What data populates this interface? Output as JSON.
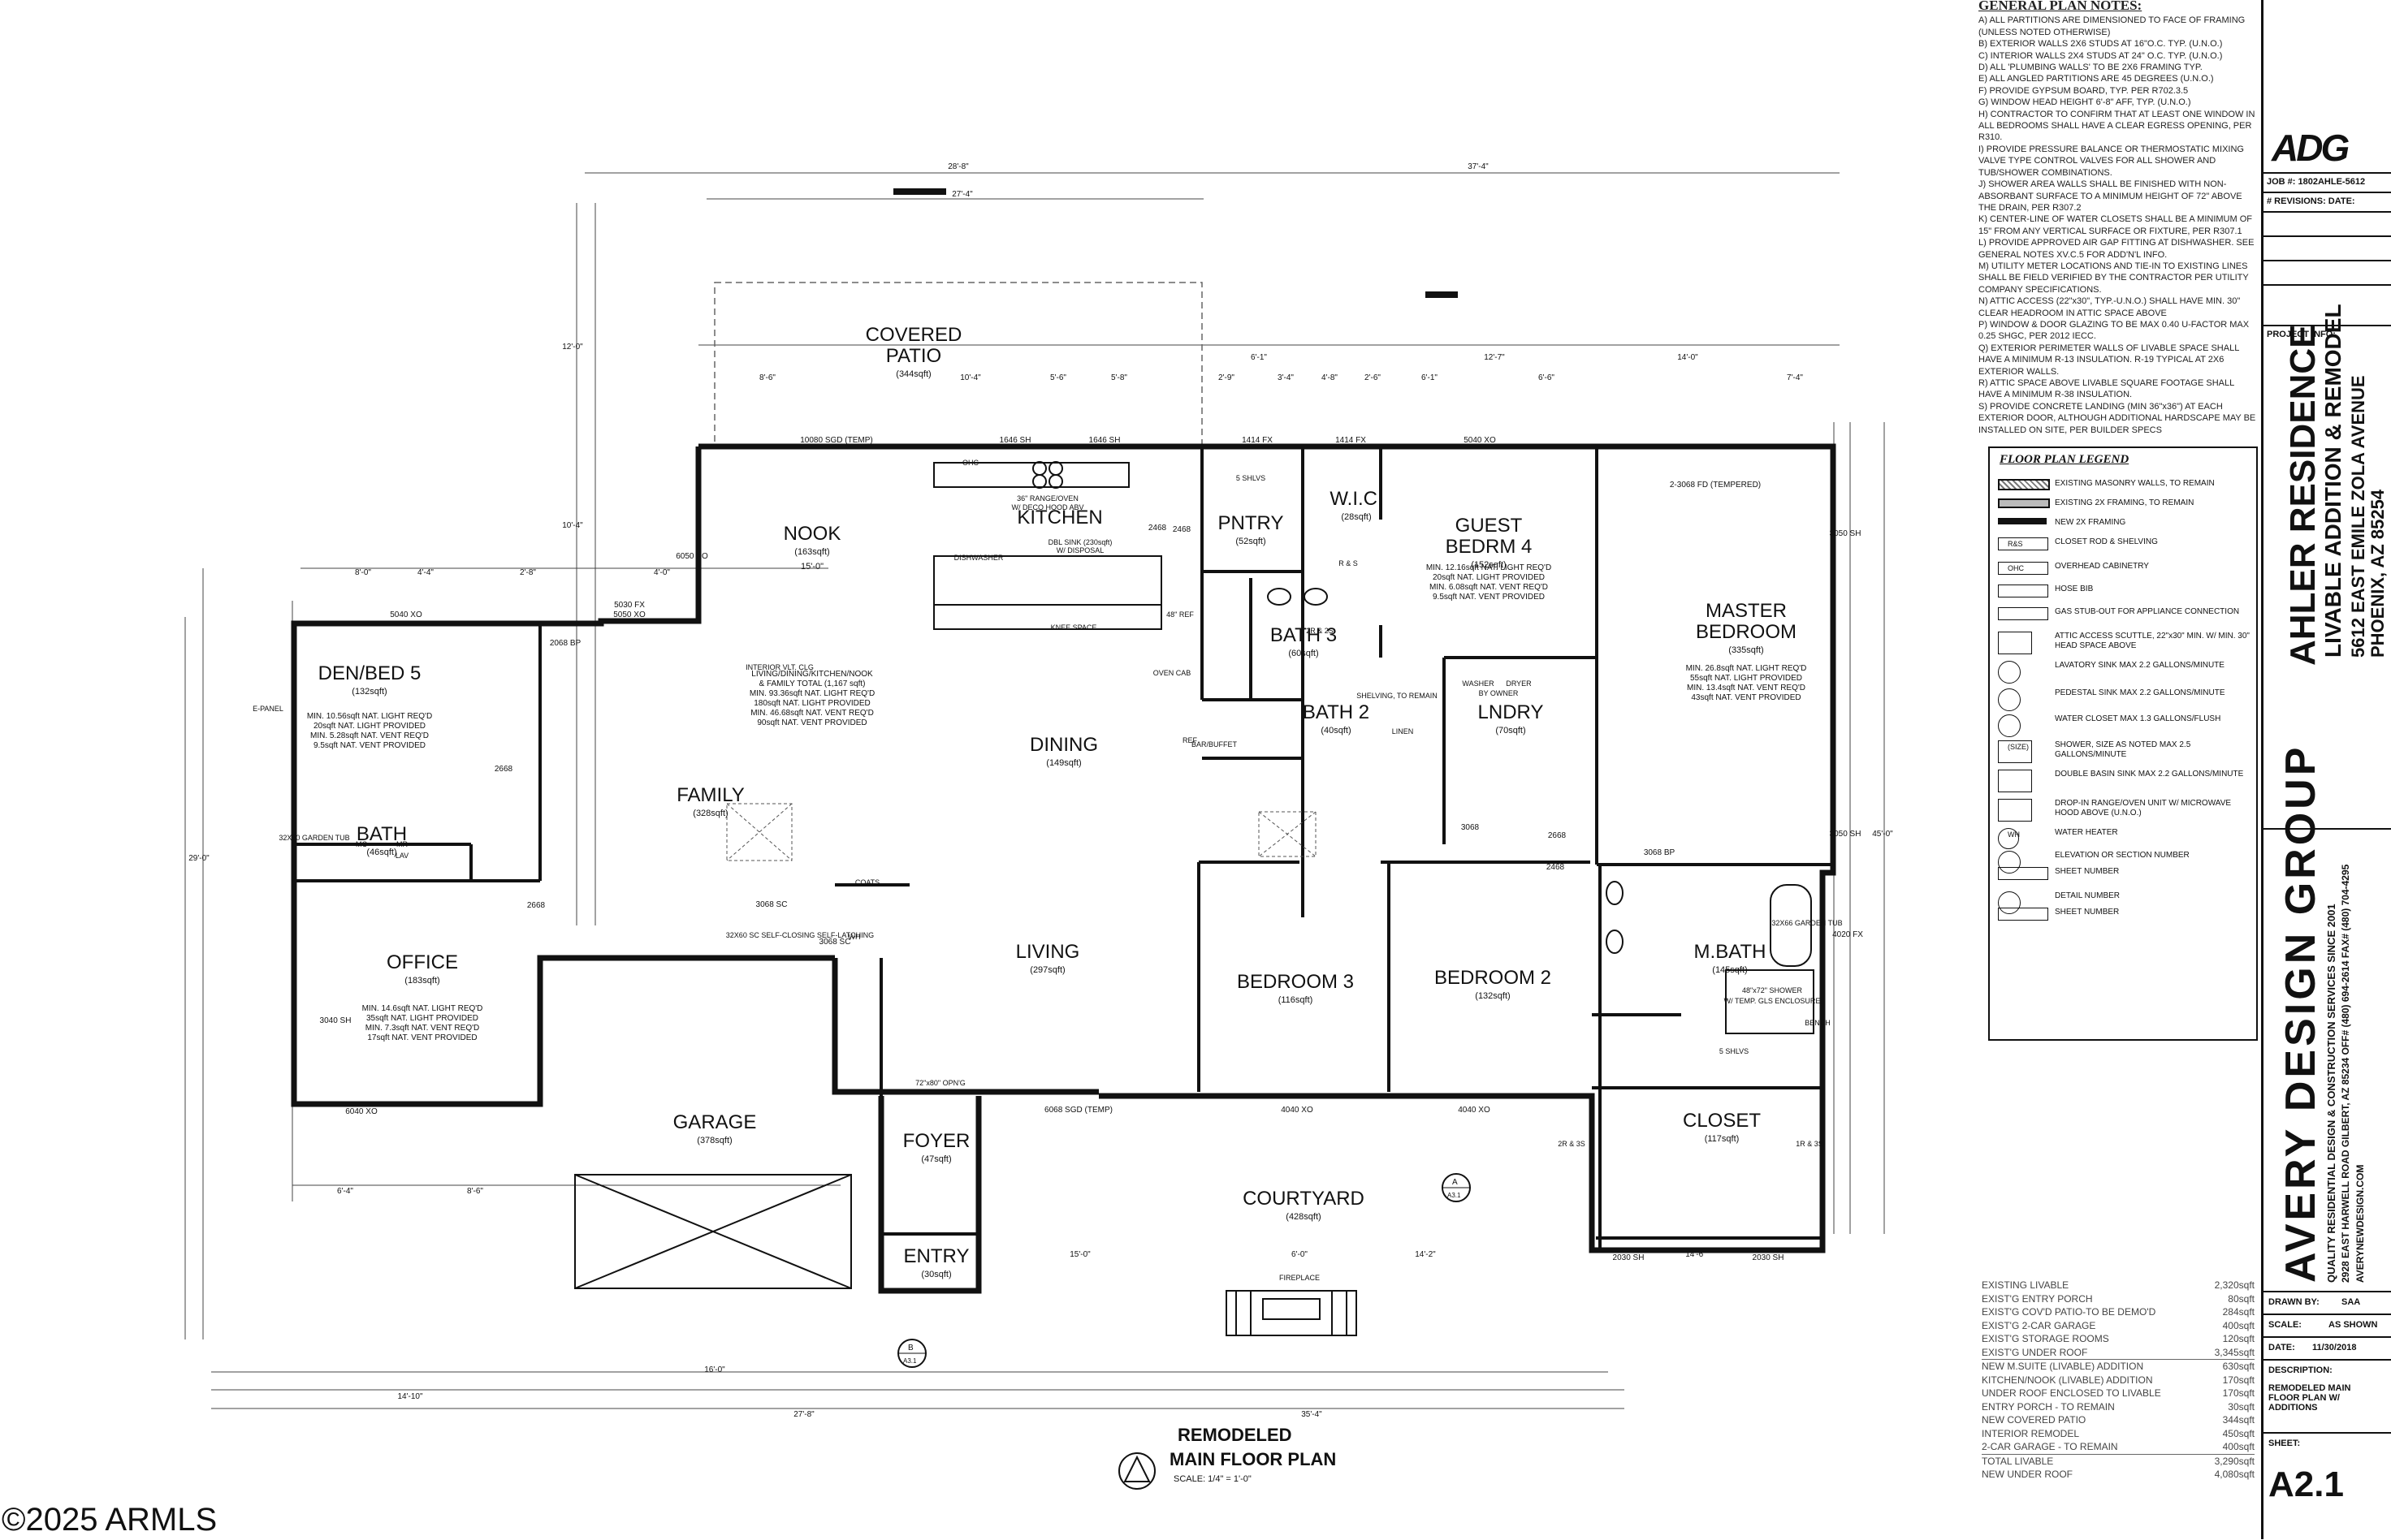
{
  "drawing_title": "REMODELED",
  "drawing_subtitle": "MAIN FLOOR PLAN",
  "scale_note": "SCALE:  1/4\" = 1'-0\"",
  "section_a": "A",
  "sheet_a": "A3.1",
  "section_b": "B",
  "sheet_b": "A3.1",
  "watermark": "©2025 ARMLS",
  "rooms": [
    {
      "id": "covered-patio",
      "name": "COVERED",
      "name2": "PATIO",
      "area": "(344sqft)"
    },
    {
      "id": "nook",
      "name": "NOOK",
      "area": "(163sqft)",
      "extra": "15'-0\""
    },
    {
      "id": "kitchen",
      "name": "KITCHEN",
      "area": ""
    },
    {
      "id": "pantry",
      "name": "PNTRY",
      "area": "(52sqft)"
    },
    {
      "id": "wic",
      "name": "W.I.C.",
      "area": "(28sqft)"
    },
    {
      "id": "guest",
      "name": "GUEST",
      "name2": "BEDRM 4",
      "area": "(152sqft)"
    },
    {
      "id": "master",
      "name": "MASTER",
      "name2": "BEDROOM",
      "area": "(335sqft)"
    },
    {
      "id": "den",
      "name": "DEN/BED 5",
      "area": "(132sqft)"
    },
    {
      "id": "bath3",
      "name": "BATH 3",
      "area": "(60sqft)"
    },
    {
      "id": "bath2",
      "name": "BATH 2",
      "area": "(40sqft)"
    },
    {
      "id": "lndry",
      "name": "LNDRY",
      "area": "(70sqft)"
    },
    {
      "id": "family",
      "name": "FAMILY",
      "area": "(328sqft)"
    },
    {
      "id": "dining",
      "name": "DINING",
      "area": "(149sqft)"
    },
    {
      "id": "bath",
      "name": "BATH",
      "area": "(46sqft)"
    },
    {
      "id": "office",
      "name": "OFFICE",
      "area": "(183sqft)"
    },
    {
      "id": "living",
      "name": "LIVING",
      "area": "(297sqft)"
    },
    {
      "id": "bedroom3",
      "name": "BEDROOM 3",
      "area": "(116sqft)"
    },
    {
      "id": "bedroom2",
      "name": "BEDROOM 2",
      "area": "(132sqft)"
    },
    {
      "id": "mbath",
      "name": "M.BATH",
      "area": "(145sqft)"
    },
    {
      "id": "closet",
      "name": "CLOSET",
      "area": "(117sqft)"
    },
    {
      "id": "garage",
      "name": "GARAGE",
      "area": "(378sqft)"
    },
    {
      "id": "foyer",
      "name": "FOYER",
      "area": "(47sqft)"
    },
    {
      "id": "courtyard",
      "name": "COURTYARD",
      "area": "(428sqft)"
    },
    {
      "id": "entry",
      "name": "ENTRY",
      "area": "(30sqft)"
    }
  ],
  "room_notes": {
    "den": [
      "MIN. 10.56sqft NAT. LIGHT REQ'D",
      "20sqft NAT. LIGHT PROVIDED",
      "MIN. 5.28sqft NAT. VENT REQ'D",
      "9.5sqft NAT. VENT PROVIDED"
    ],
    "guest": [
      "MIN. 12.16sqft NAT. LIGHT REQ'D",
      "20sqft NAT. LIGHT PROVIDED",
      "MIN. 6.08sqft NAT. VENT REQ'D",
      "9.5sqft NAT. VENT PROVIDED"
    ],
    "master": [
      "MIN. 26.8sqft NAT. LIGHT REQ'D",
      "55sqft NAT. LIGHT PROVIDED",
      "MIN. 13.4sqft NAT. VENT REQ'D",
      "43sqft NAT. VENT PROVIDED"
    ],
    "family": [
      "LIVING/DINING/KITCHEN/NOOK",
      "& FAMILY TOTAL (1,167 sqft)",
      "MIN. 93.36sqft NAT. LIGHT REQ'D",
      "180sqft NAT. LIGHT PROVIDED",
      "MIN. 46.68sqft NAT. VENT REQ'D",
      "90sqft NAT. VENT PROVIDED"
    ],
    "office": [
      "MIN. 14.6sqft NAT. LIGHT REQ'D",
      "35sqft NAT. LIGHT PROVIDED",
      "MIN. 7.3sqft NAT. VENT REQ'D",
      "17sqft NAT. VENT PROVIDED"
    ]
  },
  "fixture_labels": [
    "OHC",
    "36\" RANGE/OVEN",
    "W/ DECO HOOD ABV",
    "DBL SINK (230sqft)",
    "W/ DISPOSAL",
    "DISHWASHER",
    "KNEE SPACE",
    "INTERIOR VLT. CLG",
    "5 SHLVS",
    "R & S",
    "2R & 2S",
    "WASHER",
    "DRYER",
    "BY OWNER",
    "LINEN",
    "REF",
    "BAR/BUFFET",
    "OVEN CAB",
    "48\" REF",
    "SHELVING, TO REMAIN",
    "E-PANEL",
    "32X60 GARDEN TUB",
    "MC",
    "MR",
    "LAV",
    "COATS",
    "WH",
    "32X60 SC SELF-CLOSING SELF-LATCHING",
    "72\"x80\" OPN'G",
    "FIREPLACE",
    "32X66 GARDEN TUB",
    "48\"x72\" SHOWER",
    "W/ TEMP. GLS ENCLOSURE",
    "BENCH",
    "2R & 3S",
    "1R & 3S",
    "5 SHLVS"
  ],
  "openings": [
    "10080 SGD (TEMP)",
    "1646 SH",
    "1646 SH",
    "1414 FX",
    "1414 FX",
    "5040 XO",
    "5040 XO",
    "5030 FX",
    "5050 XO",
    "6050 XO",
    "2468",
    "2468",
    "2468",
    "2068 BP",
    "2668",
    "2668",
    "2668",
    "3068",
    "3068 BP",
    "3068 SC",
    "4040 XO",
    "4040 XO",
    "6068 SGD (TEMP)",
    "6040 XO",
    "3040 SH",
    "4020 FX",
    "3050 SH",
    "3050 SH",
    "2030 SH",
    "2030 SH",
    "2-3068 FD (TEMPERED)",
    "3068 SC"
  ],
  "dimensions_top": [
    "28'-8\"",
    "37'-4\"",
    "27'-4\"",
    "8'-6\"",
    "10'-4\"",
    "5'-6\"",
    "5'-8\"",
    "6'-1\"",
    "2'-9\"",
    "3'-4\"",
    "4'-8\"",
    "2'-6\"",
    "6'-1\"",
    "12'-7\"",
    "6'-6\"",
    "14'-0\"",
    "7'-4\""
  ],
  "dimensions_left": [
    "12'-0\"",
    "10'-4\"",
    "29'-0\"",
    "45'-0\"",
    "14'-10\"",
    "27'-8\"",
    "35'-4\"",
    "8'-0\"",
    "4'-4\"",
    "2'-8\"",
    "4'-0\"",
    "6'-4\"",
    "8'-6\"",
    "16'-0\"",
    "15'-0\"",
    "6'-0\"",
    "14'-2\"",
    "14'-6\""
  ],
  "notes_title": "GENERAL PLAN NOTES:",
  "notes": [
    "A) ALL PARTITIONS ARE DIMENSIONED TO FACE OF FRAMING (UNLESS NOTED OTHERWISE)",
    "B) EXTERIOR WALLS 2X6 STUDS AT 16\"O.C. TYP. (U.N.O.)",
    "C) INTERIOR WALLS 2X4 STUDS AT 24\" O.C. TYP. (U.N.O.)",
    "D) ALL 'PLUMBING WALLS' TO BE 2X6 FRAMING TYP.",
    "E) ALL ANGLED PARTITIONS ARE 45 DEGREES (U.N.O.)",
    "F) PROVIDE GYPSUM BOARD, TYP. PER R702.3.5",
    "G) WINDOW HEAD HEIGHT 6'-8\" AFF, TYP. (U.N.O.)",
    "H) CONTRACTOR TO CONFIRM THAT AT LEAST ONE WINDOW IN ALL BEDROOMS SHALL HAVE A CLEAR EGRESS OPENING, PER R310.",
    "I) PROVIDE PRESSURE BALANCE OR THERMOSTATIC MIXING VALVE TYPE CONTROL VALVES FOR ALL SHOWER AND TUB/SHOWER COMBINATIONS.",
    "J) SHOWER AREA WALLS SHALL BE FINISHED WITH NON-ABSORBANT SURFACE TO A MINIMUM HEIGHT OF 72\" ABOVE THE DRAIN, PER R307.2",
    "K) CENTER-LINE OF WATER CLOSETS SHALL BE A MINIMUM OF 15\" FROM ANY VERTICAL SURFACE OR FIXTURE, PER R307.1",
    "L) PROVIDE APPROVED AIR GAP FITTING AT DISHWASHER. SEE GENERAL NOTES XV.C.5 FOR ADD'N'L INFO.",
    "M) UTILITY METER LOCATIONS AND TIE-IN TO EXISTING LINES SHALL BE FIELD VERIFIED BY THE CONTRACTOR PER UTILITY COMPANY SPECIFICATIONS.",
    "N) ATTIC ACCESS (22\"x30\", TYP.-U.N.O.) SHALL HAVE MIN. 30\" CLEAR HEADROOM IN ATTIC SPACE ABOVE",
    "P) WINDOW & DOOR GLAZING TO BE MAX 0.40 U-FACTOR MAX 0.25 SHGC, PER 2012 IECC.",
    "Q) EXTERIOR PERIMETER WALLS OF LIVABLE SPACE SHALL HAVE A MINIMUM R-13 INSULATION. R-19 TYPICAL AT 2X6 EXTERIOR WALLS.",
    "R) ATTIC SPACE ABOVE LIVABLE SQUARE FOOTAGE SHALL HAVE A MINIMUM R-38 INSULATION.",
    "S) PROVIDE CONCRETE LANDING (MIN 36\"x36\") AT EACH EXTERIOR DOOR, ALTHOUGH ADDITIONAL HARDSCAPE MAY BE INSTALLED ON SITE, PER BUILDER SPECS"
  ],
  "legend_title": "FLOOR PLAN LEGEND",
  "legend": [
    "EXISTING MASONRY WALLS, TO REMAIN",
    "EXISTING 2X FRAMING, TO REMAIN",
    "NEW 2X FRAMING",
    "CLOSET ROD & SHELVING",
    "OVERHEAD CABINETRY",
    "HOSE BIB",
    "GAS STUB-OUT FOR APPLIANCE CONNECTION",
    "ATTIC ACCESS SCUTTLE, 22\"x30\" MIN. W/ MIN. 30\" HEAD SPACE ABOVE",
    "LAVATORY SINK MAX 2.2 GALLONS/MINUTE",
    "PEDESTAL SINK MAX 2.2 GALLONS/MINUTE",
    "WATER CLOSET MAX 1.3 GALLONS/FLUSH",
    "SHOWER, SIZE AS NOTED MAX 2.5 GALLONS/MINUTE",
    "DOUBLE BASIN SINK MAX 2.2 GALLONS/MINUTE",
    "DROP-IN RANGE/OVEN UNIT W/ MICROWAVE HOOD ABOVE (U.N.O.)",
    "WATER HEATER",
    "ELEVATION OR SECTION NUMBER",
    "SHEET NUMBER",
    "DETAIL NUMBER",
    "SHEET NUMBER"
  ],
  "legend_symbols": [
    "R&S",
    "OHC",
    "(SIZE)",
    "WH"
  ],
  "sqft_table": [
    [
      "EXISTING LIVABLE",
      "2,320sqft"
    ],
    [
      "EXIST'G ENTRY PORCH",
      "80sqft"
    ],
    [
      "EXIST'G COV'D PATIO-TO BE DEMO'D",
      "284sqft"
    ],
    [
      "EXIST'G 2-CAR GARAGE",
      "400sqft"
    ],
    [
      "EXIST'G STORAGE ROOMS",
      "120sqft"
    ],
    [
      "EXIST'G UNDER ROOF",
      "3,345sqft"
    ],
    [
      "",
      ""
    ],
    [
      "NEW M.SUITE (LIVABLE) ADDITION",
      "630sqft"
    ],
    [
      "KITCHEN/NOOK (LIVABLE) ADDITION",
      "170sqft"
    ],
    [
      "UNDER ROOF ENCLOSED TO LIVABLE",
      "170sqft"
    ],
    [
      "ENTRY PORCH - TO REMAIN",
      "30sqft"
    ],
    [
      "NEW COVERED PATIO",
      "344sqft"
    ],
    [
      "INTERIOR REMODEL",
      "450sqft"
    ],
    [
      "2-CAR GARAGE - TO REMAIN",
      "400sqft"
    ],
    [
      "TOTAL LIVABLE",
      "3,290sqft"
    ],
    [
      "NEW UNDER ROOF",
      "4,080sqft"
    ]
  ],
  "titleblock": {
    "logo": "ADG",
    "job": "JOB #: 1802AHLE-5612",
    "revisions": "#  REVISIONS:  DATE:",
    "project_info": "PROJECT INFO:",
    "project_name": "AHLER RESIDENCE",
    "project_scope": "LIVABLE ADDITION & REMODEL",
    "project_addr1": "5612 EAST EMILE ZOLA AVENUE",
    "project_addr2": "PHOENIX, AZ 85254",
    "firm": "AVERY DESIGN GROUP",
    "firm_tag": "QUALITY RESIDENTIAL DESIGN & CONSTRUCTION SERVICES SINCE 2001",
    "firm_addr": "2928 EAST HARWELL ROAD GILBERT, AZ 85234    OFF# (480) 694-2614   FAX# (480) 704-4295",
    "firm_web": "AVERYNEWDESIGN.COM",
    "drawn_by_label": "DRAWN BY:",
    "drawn_by": "SAA",
    "scale_label": "SCALE:",
    "scale": "AS SHOWN",
    "date_label": "DATE:",
    "date": "11/30/2018",
    "description_label": "DESCRIPTION:",
    "description": "REMODELED MAIN FLOOR PLAN W/ ADDITIONS",
    "sheet_label": "SHEET:",
    "sheet": "A2.1"
  }
}
